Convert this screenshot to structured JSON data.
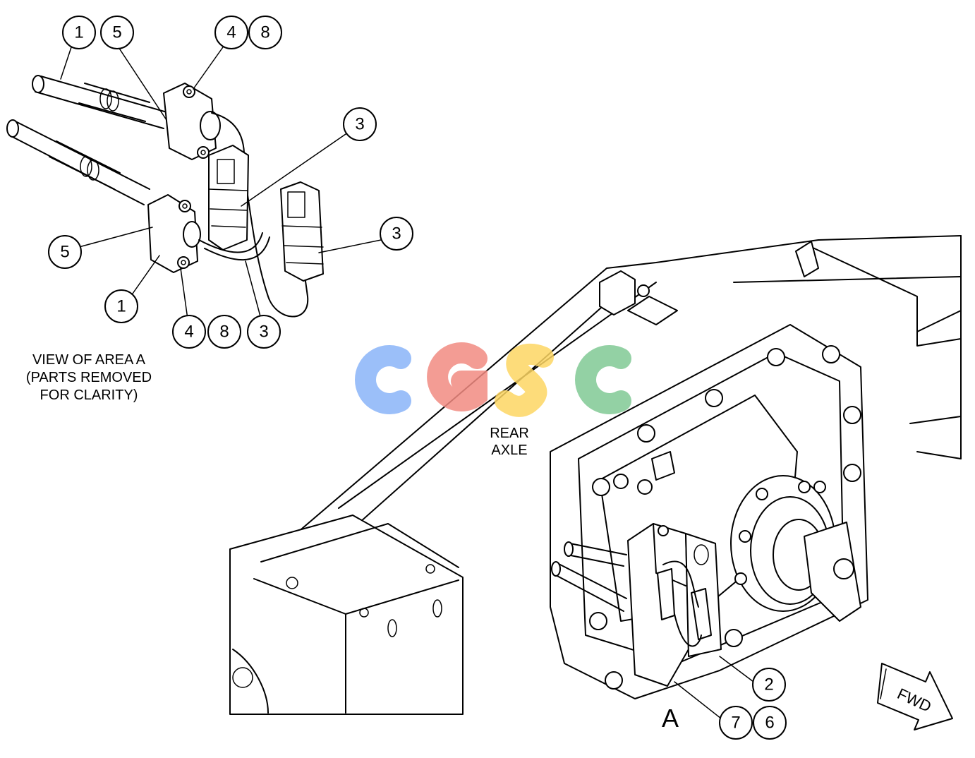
{
  "view_caption": [
    "VIEW OF AREA A",
    "(PARTS REMOVED",
    "FOR CLARITY)"
  ],
  "rear_axle_label": [
    "REAR",
    "AXLE"
  ],
  "area_marker": "A",
  "fwd_label": "FWD",
  "watermark": {
    "text": "CGSC",
    "colors": [
      "#8ab4f8",
      "#f28b82",
      "#fdd663",
      "#81c995"
    ]
  },
  "callouts": {
    "c1_top": "1",
    "c5_top": "5",
    "c4_top": "4",
    "c8_top": "8",
    "c3_upper": "3",
    "c3_right": "3",
    "c5_left": "5",
    "c1_left": "1",
    "c4_bottom": "4",
    "c8_bottom": "8",
    "c3_bottom": "3",
    "c2": "2",
    "c7": "7",
    "c6": "6"
  }
}
